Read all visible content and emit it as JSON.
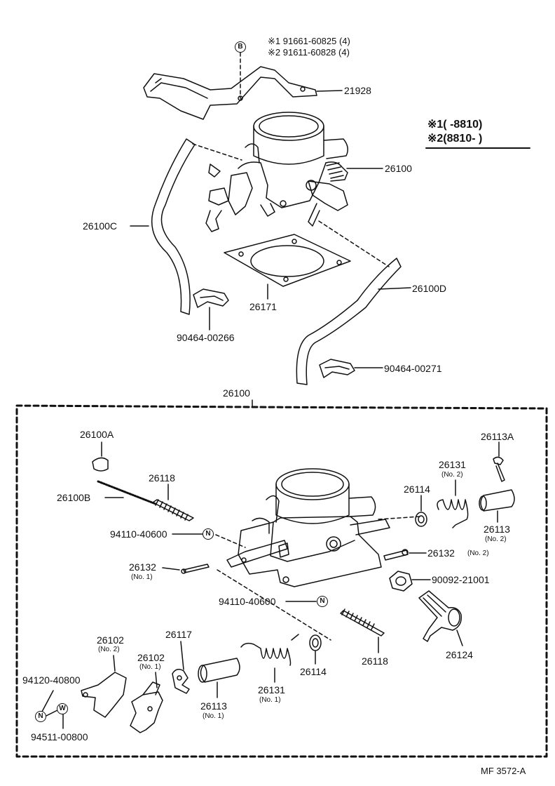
{
  "callouts": {
    "bolt_marker": "B",
    "note1": "※1 91661-60825 (4)",
    "note2": "※2 91611-60828 (4)",
    "legend1": "※1(      -8810)",
    "legend2": "※2(8810-      )",
    "p21928": "21928",
    "p26100_top": "26100",
    "p26100C": "26100C",
    "p26100D": "26100D",
    "p26171": "26171",
    "p90464_00266": "90464-00266",
    "p90464_00271": "90464-00271",
    "p26100_header": "26100",
    "p26100A": "26100A",
    "p26100B": "26100B",
    "p26118_a": "26118",
    "p94110_a": "94110-40600",
    "p26132_no1": "26132",
    "p26132_no1_sub": "(No. 1)",
    "p94110_b": "94110-40600",
    "p26113A": "26113A",
    "p26131_no2": "26131",
    "p26131_no2_sub": "(No. 2)",
    "p26114_a": "26114",
    "p26113_no2": "26113",
    "p26113_no2_sub": "(No. 2)",
    "p26132_no2": "26132",
    "p26132_no2_sub": "(No. 2)",
    "p90092": "90092-21001",
    "p26124": "26124",
    "p26118_b": "26118",
    "p26114_b": "26114",
    "p26131_no1": "26131",
    "p26131_no1_sub": "(No. 1)",
    "p26113_no1": "26113",
    "p26113_no1_sub": "(No. 1)",
    "p26117": "26117",
    "p26102_no1": "26102",
    "p26102_no1_sub": "(No. 1)",
    "p26102_no2": "26102",
    "p26102_no2_sub": "(No. 2)",
    "p94120": "94120-40800",
    "p94511": "94511-00800",
    "n_marker": "N",
    "w_marker": "W",
    "footer": "MF  3572-A"
  }
}
